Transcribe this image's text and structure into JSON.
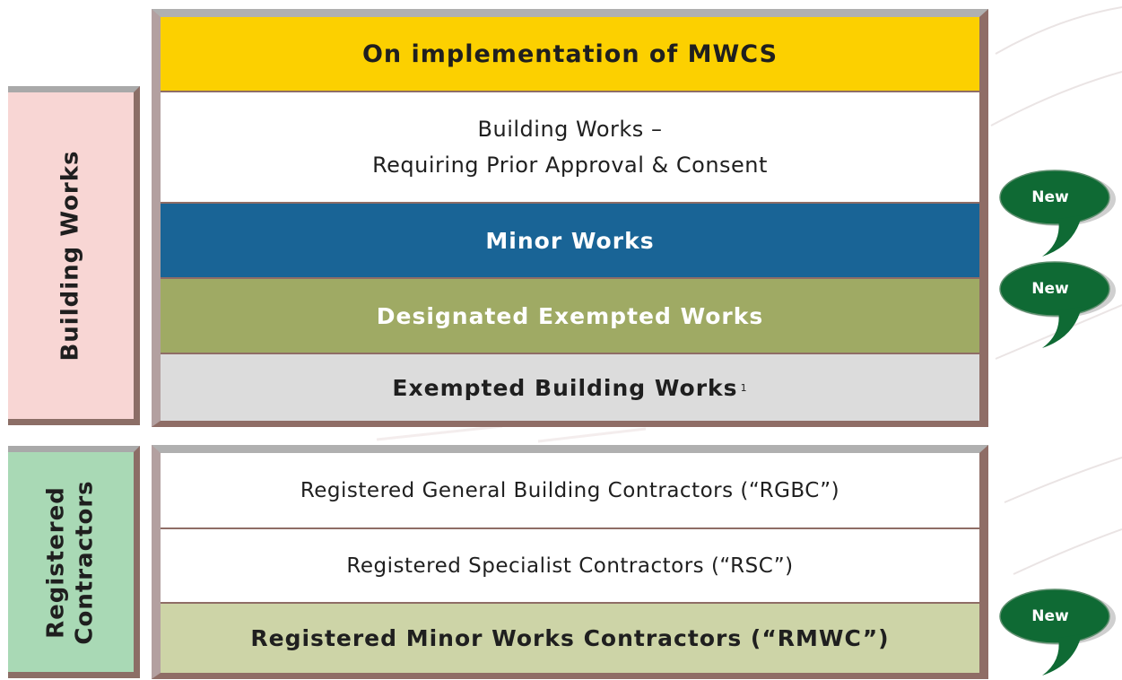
{
  "side_labels": {
    "building_works": "Building Works",
    "registered_contractors_line1": "Registered",
    "registered_contractors_line2": "Contractors"
  },
  "building_works_panel": {
    "header": "On implementation of MWCS",
    "requiring_approval_line1": "Building Works –",
    "requiring_approval_line2": "Requiring Prior Approval & Consent",
    "minor_works": "Minor Works",
    "designated_exempted_works": "Designated Exempted Works",
    "exempted_building_works": "Exempted Building Works",
    "exempted_footnote_marker": "1"
  },
  "contractors_panel": {
    "rgbc": "Registered General Building Contractors (“RGBC”)",
    "rsc": "Registered Specialist Contractors (“RSC”)",
    "rmwc": "Registered Minor Works Contractors (“RMWC”)"
  },
  "bubbles": [
    {
      "label": "New"
    },
    {
      "label": "New"
    },
    {
      "label": "New"
    }
  ],
  "colors": {
    "header_yellow": "#fcd000",
    "minor_works_blue": "#196496",
    "designated_olive": "#9faa64",
    "exempted_grey": "#dcdcdc",
    "rmwc_green": "#cdd4a7",
    "building_works_pink": "#f8d6d4",
    "contractors_green": "#a9d9b5",
    "bubble_green": "#0f6a34",
    "frame_brown": "#8f6d66"
  }
}
